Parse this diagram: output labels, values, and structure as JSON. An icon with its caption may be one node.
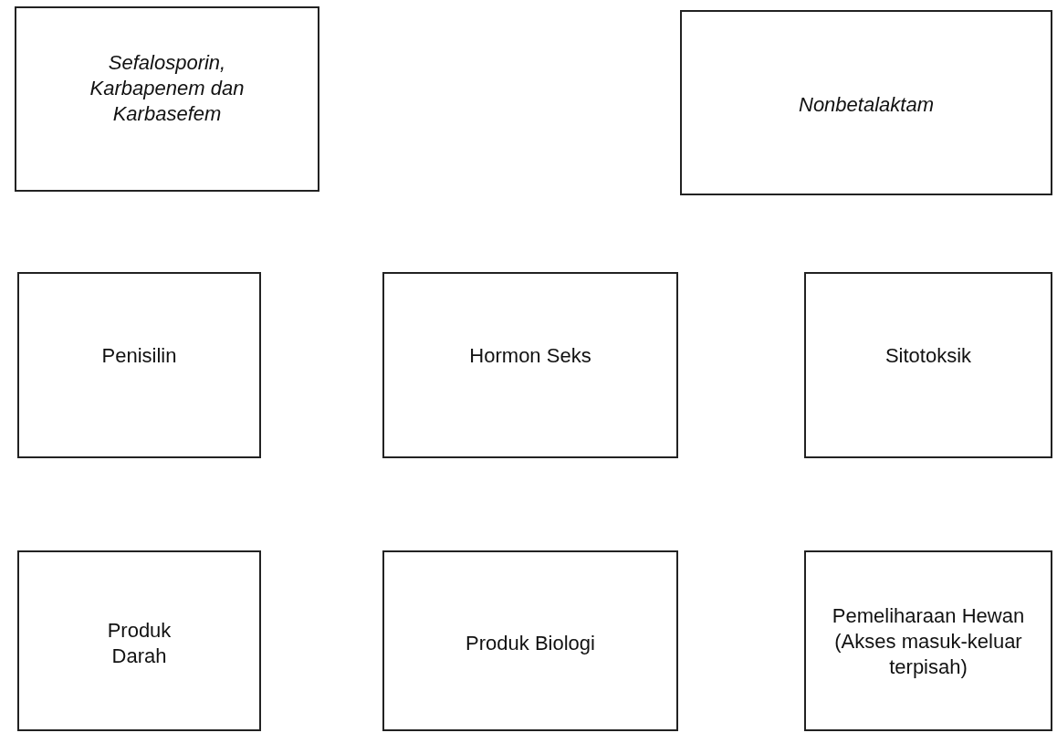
{
  "diagram": {
    "nodes": [
      {
        "text": [
          "Sefalosporin, Karbapenem dan Karbasefem"
        ]
      },
      {
        "text": [
          "Nonbetalaktam"
        ]
      },
      {
        "text": [
          "Penisilin"
        ]
      },
      {
        "text": [
          "Hormon Seks"
        ]
      },
      {
        "text": [
          "Sitotoksik"
        ]
      },
      {
        "text": [
          "Produk Darah"
        ]
      },
      {
        "text": [
          "Produk Biologi"
        ]
      },
      {
        "text": [
          "Pemeliharaan Hewan (Akses masuk-keluar terpisah)"
        ]
      }
    ]
  }
}
